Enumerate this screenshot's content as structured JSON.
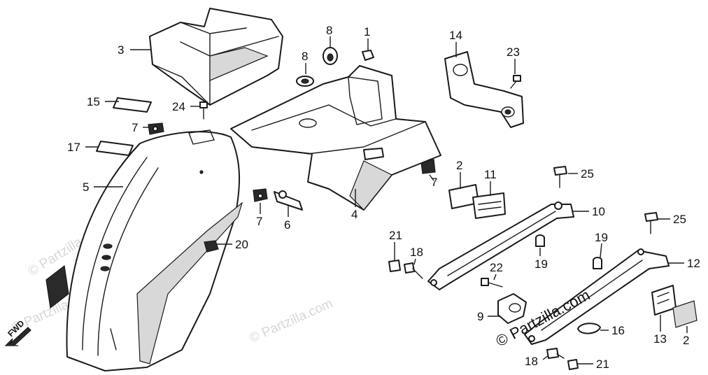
{
  "diagram": {
    "callouts": [
      {
        "id": "c3",
        "text": "3"
      },
      {
        "id": "c8a",
        "text": "8"
      },
      {
        "id": "c8b",
        "text": "8"
      },
      {
        "id": "c1",
        "text": "1"
      },
      {
        "id": "c14",
        "text": "14"
      },
      {
        "id": "c23",
        "text": "23"
      },
      {
        "id": "c15",
        "text": "15"
      },
      {
        "id": "c24",
        "text": "24"
      },
      {
        "id": "c7a",
        "text": "7"
      },
      {
        "id": "c17",
        "text": "17"
      },
      {
        "id": "c5",
        "text": "5"
      },
      {
        "id": "c2a",
        "text": "2"
      },
      {
        "id": "c11",
        "text": "11"
      },
      {
        "id": "c25a",
        "text": "25"
      },
      {
        "id": "c7b",
        "text": "7"
      },
      {
        "id": "c10",
        "text": "10"
      },
      {
        "id": "c7c",
        "text": "7"
      },
      {
        "id": "c6",
        "text": "6"
      },
      {
        "id": "c4",
        "text": "4"
      },
      {
        "id": "c25b",
        "text": "25"
      },
      {
        "id": "c20",
        "text": "20"
      },
      {
        "id": "c21a",
        "text": "21"
      },
      {
        "id": "c18a",
        "text": "18"
      },
      {
        "id": "c19a",
        "text": "19"
      },
      {
        "id": "c19b",
        "text": "19"
      },
      {
        "id": "c12",
        "text": "12"
      },
      {
        "id": "c22",
        "text": "22"
      },
      {
        "id": "c9",
        "text": "9"
      },
      {
        "id": "c16",
        "text": "16"
      },
      {
        "id": "c13",
        "text": "13"
      },
      {
        "id": "c2b",
        "text": "2"
      },
      {
        "id": "c18b",
        "text": "18"
      },
      {
        "id": "c21b",
        "text": "21"
      }
    ],
    "direction_label": "FWD",
    "watermark_main": "© Partzilla.com",
    "watermark_faint": "© Partzilla.com"
  }
}
